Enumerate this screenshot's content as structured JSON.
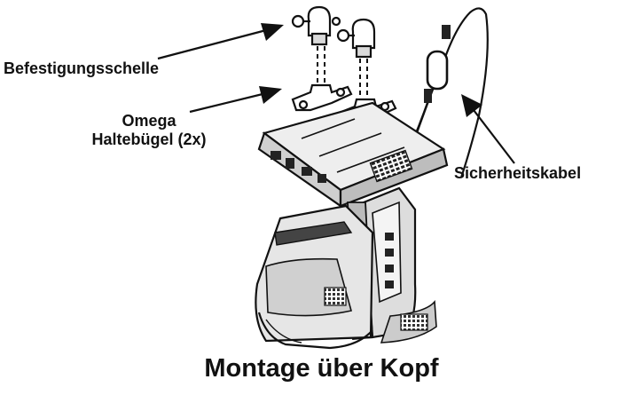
{
  "labels": {
    "clamp": "Befestigungsschelle",
    "omega_line1": "Omega",
    "omega_line2": "Haltebügel (2x)",
    "safety_cable": "Sicherheitskabel"
  },
  "caption": "Montage über Kopf",
  "colors": {
    "ink": "#111111",
    "background": "#ffffff",
    "fixture_fill": "#e6e6e6",
    "fixture_dark": "#2a2a2a"
  }
}
